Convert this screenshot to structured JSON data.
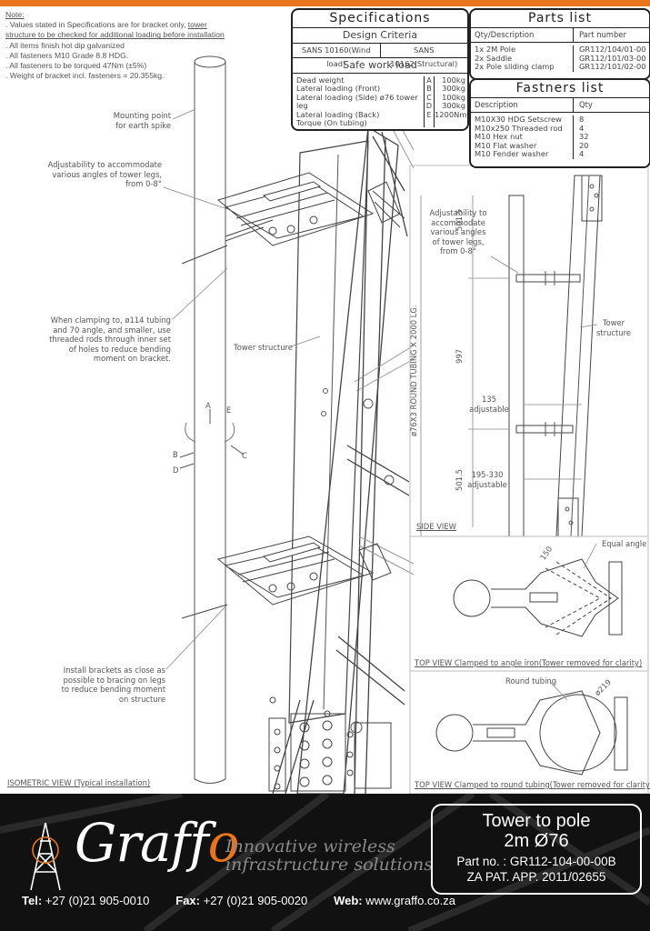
{
  "notes": {
    "heading": "Note:",
    "line1a": ". Values stated in Specifications are for bracket only, ",
    "line1b": "tower",
    "line2": "structure to be checked for additional loading before installation",
    "lines": [
      ". All items finish hot dip galvanized",
      ". All fasteners M10 Grade 8.8 HDG.",
      ". All fasteners to be torqued 47Nm (±5%)",
      ". Weight of bracket incl. fasteners = 20.355kg."
    ]
  },
  "specifications": {
    "title": "Specifications",
    "design_criteria": "Design Criteria",
    "standards": [
      "SANS 10160(Wind load)",
      "SANS 10162(Structural)"
    ],
    "safe_work_load": "Safe work load",
    "loads": [
      {
        "label": "Dead weight",
        "letter": "A",
        "value": "100kg"
      },
      {
        "label": "Lateral loading (Front)",
        "letter": "B",
        "value": "300kg"
      },
      {
        "label": "Lateral loading (Side) ø76 tower leg",
        "letter": "C",
        "value": "100kg"
      },
      {
        "label": "Lateral loading (Back)",
        "letter": "D",
        "value": "300kg"
      },
      {
        "label": "Torque (On tubing)",
        "letter": "E",
        "value": "1200Nm"
      }
    ]
  },
  "parts_list": {
    "title": "Parts list",
    "col1": "Qty/Description",
    "col2": "Part number",
    "items": [
      {
        "desc": "1x 2M Pole",
        "part": "GR112/104/01-00"
      },
      {
        "desc": "2x Saddle",
        "part": "GR112/101/03-00"
      },
      {
        "desc": "2x Pole sliding clamp",
        "part": "GR112/101/02-00"
      }
    ]
  },
  "fastners_list": {
    "title": "Fastners list",
    "col1": "Description",
    "col2": "Qty",
    "items": [
      {
        "desc": "M10X30 HDG Setscrew",
        "qty": "8"
      },
      {
        "desc": "M10x250 Threaded rod",
        "qty": "4"
      },
      {
        "desc": "M10 Hex nut",
        "qty": "32"
      },
      {
        "desc": "M10 Flat washer",
        "qty": "20"
      },
      {
        "desc": "M10 Fender washer",
        "qty": "4"
      }
    ]
  },
  "callouts": {
    "mounting_point": [
      "Mounting point",
      "for earth spike"
    ],
    "adjustability_iso": [
      "Adjustability to accommodate",
      "various angles of tower legs,",
      "from 0-8°"
    ],
    "clamping": [
      "When clamping to, ø114 tubing",
      "and 70 angle, and smaller, use",
      "threaded rods through inner set",
      "of holes to reduce bending",
      "moment on bracket."
    ],
    "tower_structure_iso": "Tower structure",
    "install_brackets": [
      "Install brackets as close as",
      "possible to bracing on legs",
      "to reduce bending moment",
      "on structure"
    ],
    "load_letters": [
      "A",
      "E",
      "B",
      "D",
      "C"
    ],
    "adjustability_side": [
      "Adjustability to",
      "accommodate",
      "various angles",
      "of tower legs,",
      "from 0-8°"
    ],
    "tower_structure_side": [
      "Tower",
      "structure"
    ],
    "dim_501_top": "501.5",
    "dim_997": "997",
    "dim_501_bottom": "501.5",
    "tubing_label": "ø76X3 ROUND TUBING X 2000 LG.",
    "dim_135": [
      "135",
      "adjustable"
    ],
    "dim_195": [
      "195-330",
      "adjustable"
    ],
    "equal_angle": "Equal angle",
    "dim_150": "150",
    "round_tubing": "Round tubing",
    "dim_219": "ø219"
  },
  "captions": {
    "isometric": "ISOMETRIC VIEW (Typical installation)",
    "side": "SIDE VIEW",
    "top_angle": "TOP VIEW Clamped to angle iron(Tower removed for clarity)",
    "top_tubing": "TOP VIEW Clamped to round tubing(Tower removed for clarity)"
  },
  "footer": {
    "logo_text": "Graff",
    "logo_o": "o",
    "tagline1": "Innovative wireless",
    "tagline2": "infrastructure solutions",
    "tel_label": "Tel:",
    "tel": "+27 (0)21 905-0010",
    "fax_label": "Fax:",
    "fax": "+27 (0)21 905-0020",
    "web_label": "Web:",
    "web": "www.graffo.co.za",
    "title1": "Tower to pole",
    "title2": "2m Ø76",
    "part_no": "Part no. : GR112-104-00-00B",
    "patent": "ZA PAT. APP. 2011/02655"
  },
  "colors": {
    "accent": "#e8741c",
    "footer_bg": "#111111"
  }
}
